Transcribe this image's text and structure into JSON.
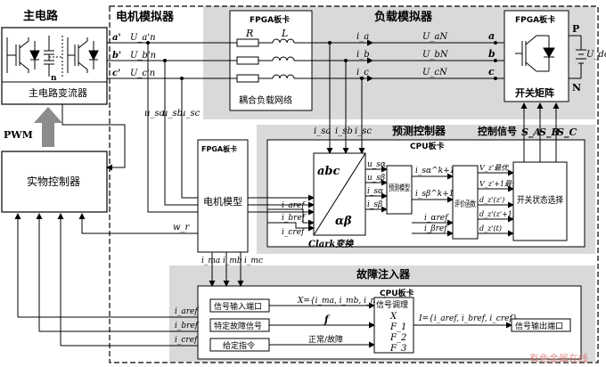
{
  "main_circuit": {
    "title": "主电路",
    "converter": "主电路变流器",
    "n_label": "n"
  },
  "pwm_label": "PWM",
  "physical_controller": "实物控制器",
  "motor_simulator": {
    "title": "电机模拟器"
  },
  "phase_terminals": {
    "a": "a'",
    "b": "b'",
    "c": "c'"
  },
  "phase_voltages": {
    "a": "U_a'n",
    "b": "U_b'n",
    "c": "U_c'n"
  },
  "load_simulator": {
    "title": "负载模拟器",
    "fpga_label": "FPGA板卡",
    "r_label": "R",
    "l_label": "L",
    "network_label": "耦合负载网络",
    "currents": [
      "i_a",
      "i_b",
      "i_c"
    ],
    "voltages": [
      "U_aN",
      "U_bN",
      "U_cN"
    ],
    "nodes": [
      "a",
      "b",
      "c"
    ]
  },
  "switch_matrix": {
    "fpga_label": "FPGA板卡",
    "label": "开关矩阵",
    "p": "P",
    "n": "N",
    "udc": "U_dc"
  },
  "sample_voltages": [
    "u_sa",
    "u_sb",
    "u_sc"
  ],
  "sample_currents": [
    "i_sa",
    "i_sb",
    "i_sc"
  ],
  "predictive_controller": {
    "title": "预测控制器",
    "control_signal": "控制信号",
    "s_labels": [
      "S_A",
      "S_B",
      "S_C"
    ],
    "cpu_label": "CPU板卡",
    "clark_top": "abc",
    "clark_bottom": "αβ",
    "clark_caption": "Clark变换",
    "alpha_beta_outputs": [
      "u_sα",
      "u_sβ",
      "i_sα",
      "i_sβ"
    ],
    "predict_model": "预测模型",
    "predictions": [
      "i_sα^k+1",
      "i_sβ^k+1"
    ],
    "ref_inputs": [
      "i_αref",
      "i_βref"
    ],
    "evaluation": "评价函数",
    "eval_outputs": [
      "V_z'最优",
      "V_z'+1最优",
      "d_z'(z')",
      "d_z'(z'+1)",
      "d_z'(t)"
    ],
    "switch_state": "开关状态选择"
  },
  "motor_model": {
    "fpga_label": "FPGA板卡",
    "label": "电机模型",
    "ref_inputs": [
      "i_aref",
      "i_bref",
      "i_cref"
    ],
    "wr": "w_r",
    "outputs": [
      "i_ma",
      "i_mb",
      "i_mc"
    ]
  },
  "fault_injector": {
    "title": "故障注入器",
    "cpu_label": "CPU板卡",
    "inputs": [
      "i_aref",
      "i_bref",
      "i_cref"
    ],
    "signal_in": "信号输入端口",
    "fault_signal": "特定故障信号",
    "given_command": "给定指令",
    "x_eq": "X={i_ma, i_mb, i_mc}",
    "f_label": "f",
    "normal_fault": "正常/故障",
    "signal_adjust": "信号调理",
    "adjust_terms": [
      "X",
      "F_1",
      "F_2",
      "F_3"
    ],
    "i_eq": "I={i_aref, i_bref, i_cref}",
    "signal_out": "信号输出端口"
  },
  "watermark": "有色金属在线"
}
